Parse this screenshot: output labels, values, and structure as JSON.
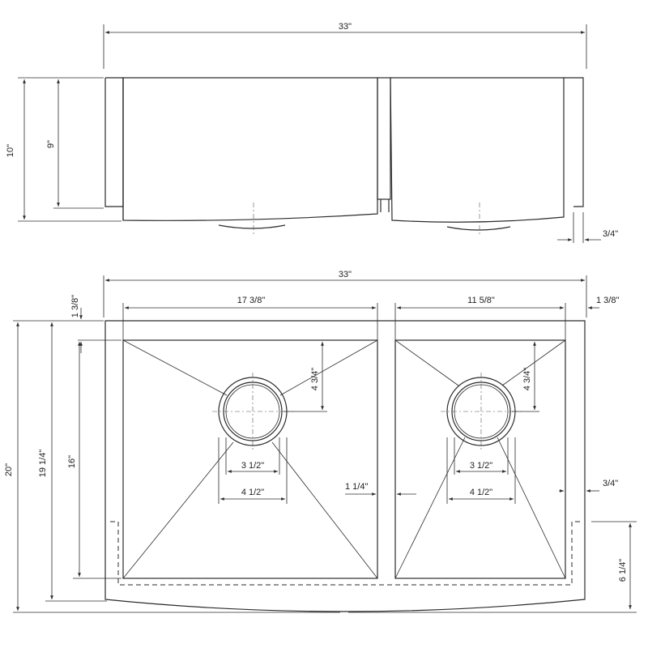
{
  "front_view": {
    "overall_width": "33\"",
    "height_total": "10\"",
    "height_inner": "9\"",
    "rim": "3/4\""
  },
  "top_view": {
    "overall_width": "33\"",
    "left_bowl_width": "17 3/8\"",
    "right_bowl_width": "11 5/8\"",
    "right_margin": "1 3/8\"",
    "top_margin": "1 3/8\"",
    "overall_depth": "20\"",
    "depth_inner": "19 1/4\"",
    "bowl_depth": "16\"",
    "drain_offset_left": "4 3/4\"",
    "drain_offset_right": "4 3/4\"",
    "drain_inner_left": "3 1/2\"",
    "drain_outer_left": "4 1/2\"",
    "drain_inner_right": "3 1/2\"",
    "drain_outer_right": "4 1/2\"",
    "divider": "1 1/4\"",
    "side_rim": "3/4\"",
    "apron": "6 1/4\""
  }
}
